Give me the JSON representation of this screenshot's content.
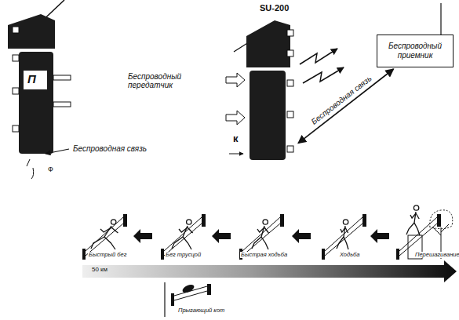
{
  "diagram": {
    "nodes": [
      {
        "text": [
          "SU-200"
        ]
      },
      {
        "text": [
          "Беспроводный приемник"
        ]
      }
    ],
    "edges": [
      {
        "from": 0,
        "to": 1,
        "arrow": "both",
        "label": "Беспроводная связь"
      }
    ],
    "labels": [
      "П",
      "к",
      "Беспроводный передатчик",
      "Беспроводная связь",
      "Ф",
      "Быстрый бег",
      "Бег трусцой",
      "Быстрая ходьба",
      "Ходьба",
      "Перешагивание",
      "50 км",
      "Прыгающий кот"
    ]
  }
}
